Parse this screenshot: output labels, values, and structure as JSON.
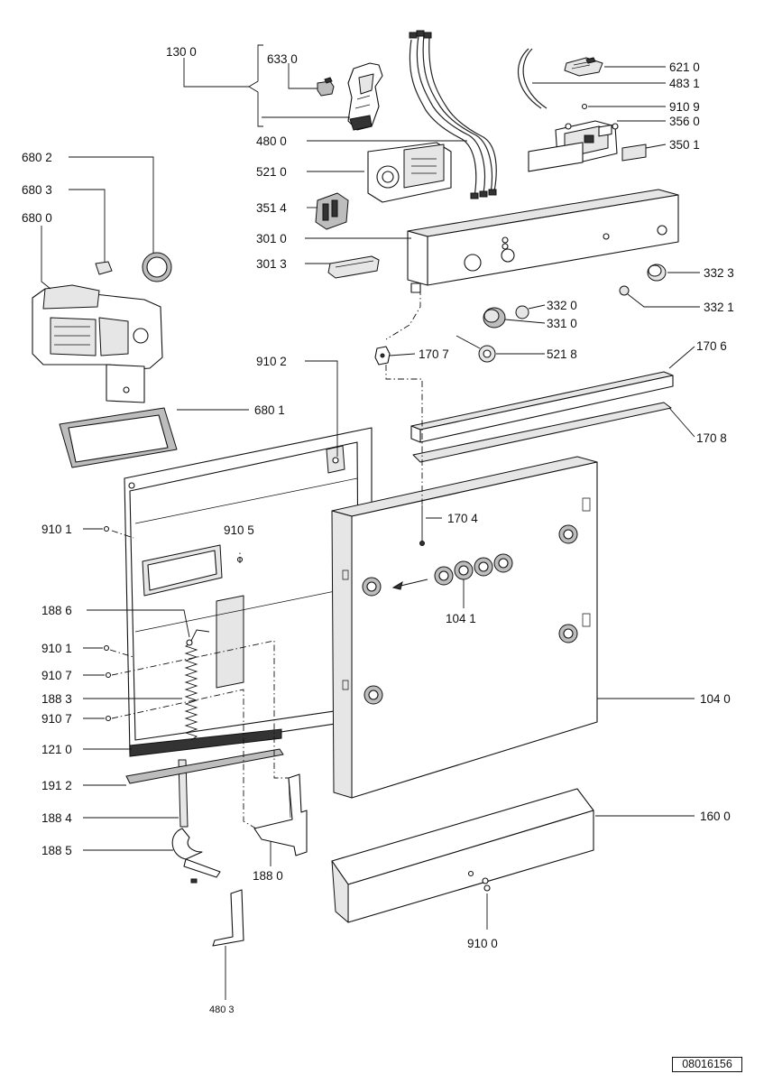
{
  "labels": {
    "l1300": "130 0",
    "l6330": "633 0",
    "l4800": "480 0",
    "l6210": "621 0",
    "l4831": "483 1",
    "l9109": "910 9",
    "l3560": "356 0",
    "l3501": "350 1",
    "l6802": "680 2",
    "l6803": "680 3",
    "l6800": "680 0",
    "l5210": "521 0",
    "l3514": "351 4",
    "l3010": "301 0",
    "l3013": "301 3",
    "l3323": "332 3",
    "l3320": "332 0",
    "l3321": "332 1",
    "l3310": "331 0",
    "l9102": "910 2",
    "l1707": "170 7",
    "l5218": "521 8",
    "l1706": "170 6",
    "l6801": "680 1",
    "l1708": "170 8",
    "l9101a": "910 1",
    "l9105": "910 5",
    "l1704": "170 4",
    "l1886": "188 6",
    "l1041": "104 1",
    "l9101b": "910 1",
    "l9107a": "910 7",
    "l1883": "188 3",
    "l9107b": "910 7",
    "l1040": "104 0",
    "l1210": "121 0",
    "l1912": "191 2",
    "l1600": "160 0",
    "l1884": "188 4",
    "l1885": "188 5",
    "l1880": "188 0",
    "l9100": "910 0",
    "l4803": "480 3"
  },
  "reference_code": "08016156"
}
